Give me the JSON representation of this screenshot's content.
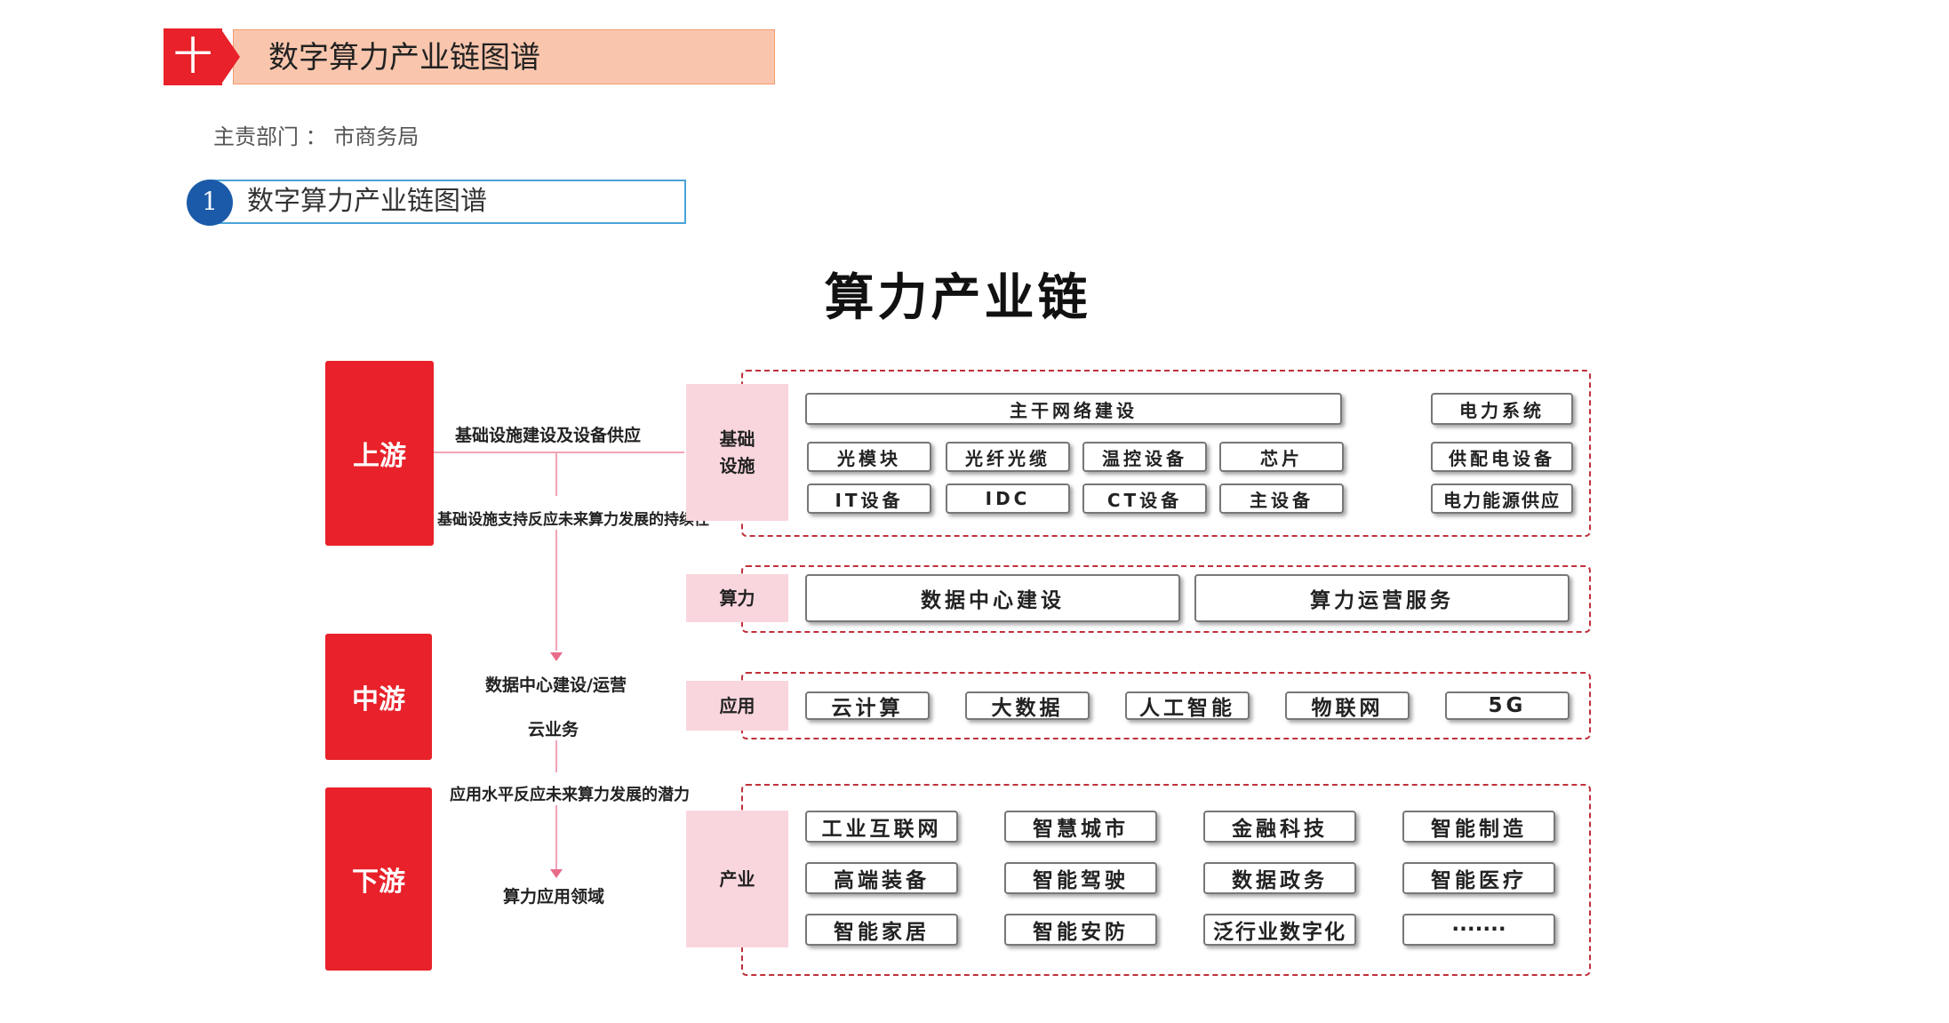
{
  "section": {
    "badge": "十",
    "title": "数字算力产业链图谱"
  },
  "dept": "主责部门 ： 市商务局",
  "subsection": {
    "num": "1",
    "title": "数字算力产业链图谱"
  },
  "diagram_title": "算力产业链",
  "stages": {
    "upstream": "上游",
    "midstream": "中游",
    "downstream": "下游"
  },
  "flow_labels": {
    "l1": "基础设施建设及设备供应",
    "l2": "基础设施支持反应未来算力发展的持续性",
    "l3": "数据中心建设/运营",
    "l4": "云业务",
    "l5": "应用水平反应未来算力发展的潜力",
    "l6": "算力应用领域"
  },
  "categories": {
    "infra": "基础\n设施",
    "compute": "算力",
    "app": "应用",
    "industry": "产业"
  },
  "infra_items": {
    "backbone": "主干网络建设",
    "row1": [
      "光模块",
      "光纤光缆",
      "温控设备",
      "芯片"
    ],
    "row2": [
      "IT设备",
      "IDC",
      "CT设备",
      "主设备"
    ],
    "power": [
      "电力系统",
      "供配电设备",
      "电力能源供应"
    ]
  },
  "compute_items": [
    "数据中心建设",
    "算力运营服务"
  ],
  "app_items": [
    "云计算",
    "大数据",
    "人工智能",
    "物联网",
    "5G"
  ],
  "industry_items": [
    [
      "工业互联网",
      "智慧城市",
      "金融科技",
      "智能制造"
    ],
    [
      "高端装备",
      "智能驾驶",
      "数据政务",
      "智能医疗"
    ],
    [
      "智能家居",
      "智能安防",
      "泛行业数字化",
      "·······"
    ]
  ],
  "colors": {
    "red": "#e8212a",
    "pink": "#f9d6dd",
    "dash": "#c0303a",
    "header_bg": "#f9c6ad",
    "sub_border": "#4aa3d8",
    "sub_num": "#1a5aa8"
  }
}
